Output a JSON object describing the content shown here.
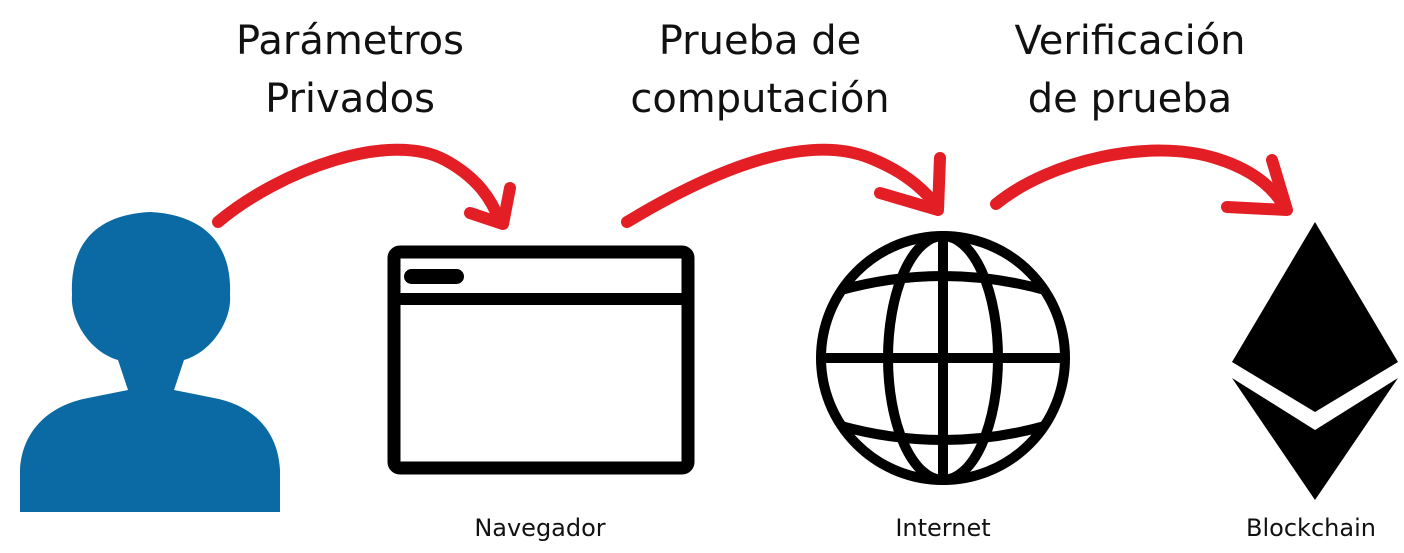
{
  "diagram": {
    "steps": [
      {
        "lines": [
          "Parámetros",
          "Privados"
        ]
      },
      {
        "lines": [
          "Prueba de",
          "computación"
        ]
      },
      {
        "lines": [
          "Verificación",
          "de prueba"
        ]
      }
    ],
    "nodes": [
      {
        "icon": "user-silhouette-icon",
        "caption": ""
      },
      {
        "icon": "browser-window-icon",
        "caption": "Navegador"
      },
      {
        "icon": "globe-icon",
        "caption": "Internet"
      },
      {
        "icon": "ethereum-diamond-icon",
        "caption": "Blockchain"
      }
    ],
    "colors": {
      "arrow": "#e31e24",
      "user": "#0b6aa3",
      "icon": "#000000",
      "text": "#111111"
    }
  }
}
